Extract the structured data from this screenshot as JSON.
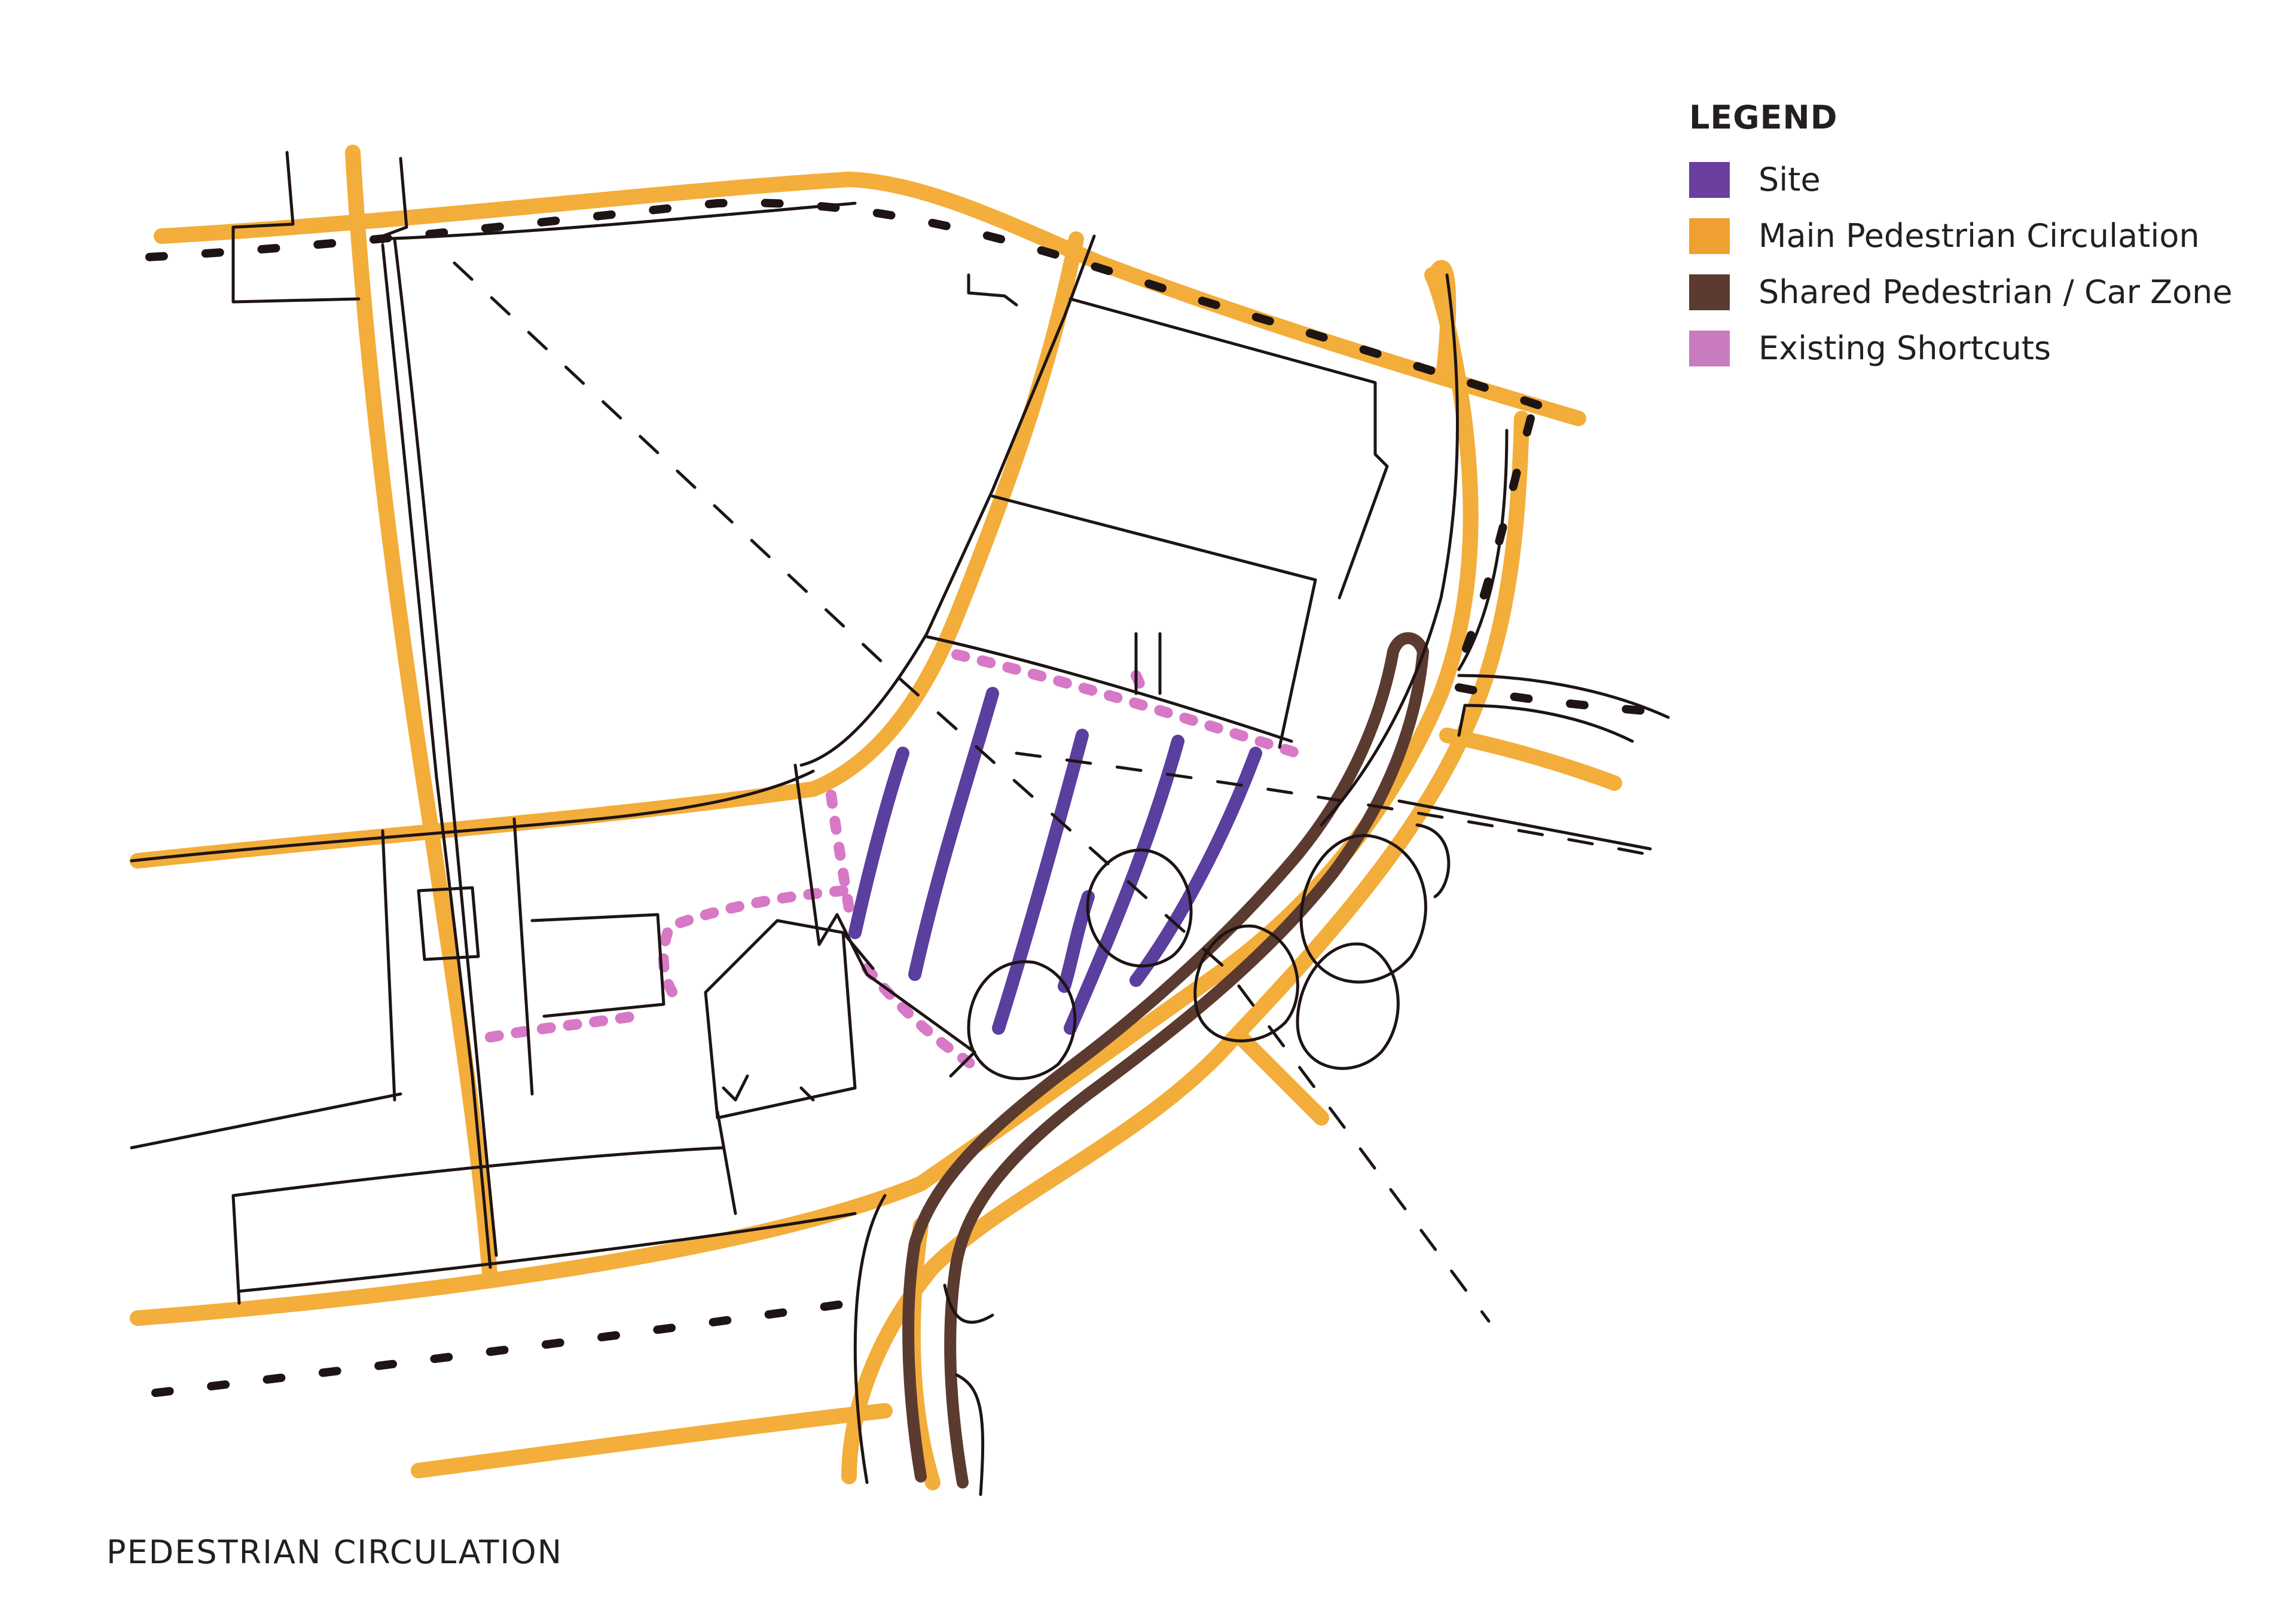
{
  "legend": {
    "title": "LEGEND",
    "items": [
      {
        "label": "Site",
        "color": "#6b3fa0"
      },
      {
        "label": "Main Pedestrian Circulation",
        "color": "#f0a030"
      },
      {
        "label": "Shared Pedestrian / Car Zone",
        "color": "#5b3a30"
      },
      {
        "label": "Existing Shortcuts",
        "color": "#c97bbf"
      }
    ]
  },
  "caption": "PEDESTRIAN CIRCULATION",
  "colors": {
    "site": "#5a3f9e",
    "pedestrian": "#f2a72a",
    "shared_zone": "#5b3a30",
    "shortcuts": "#d36ac0",
    "linework": "#1e1414"
  }
}
